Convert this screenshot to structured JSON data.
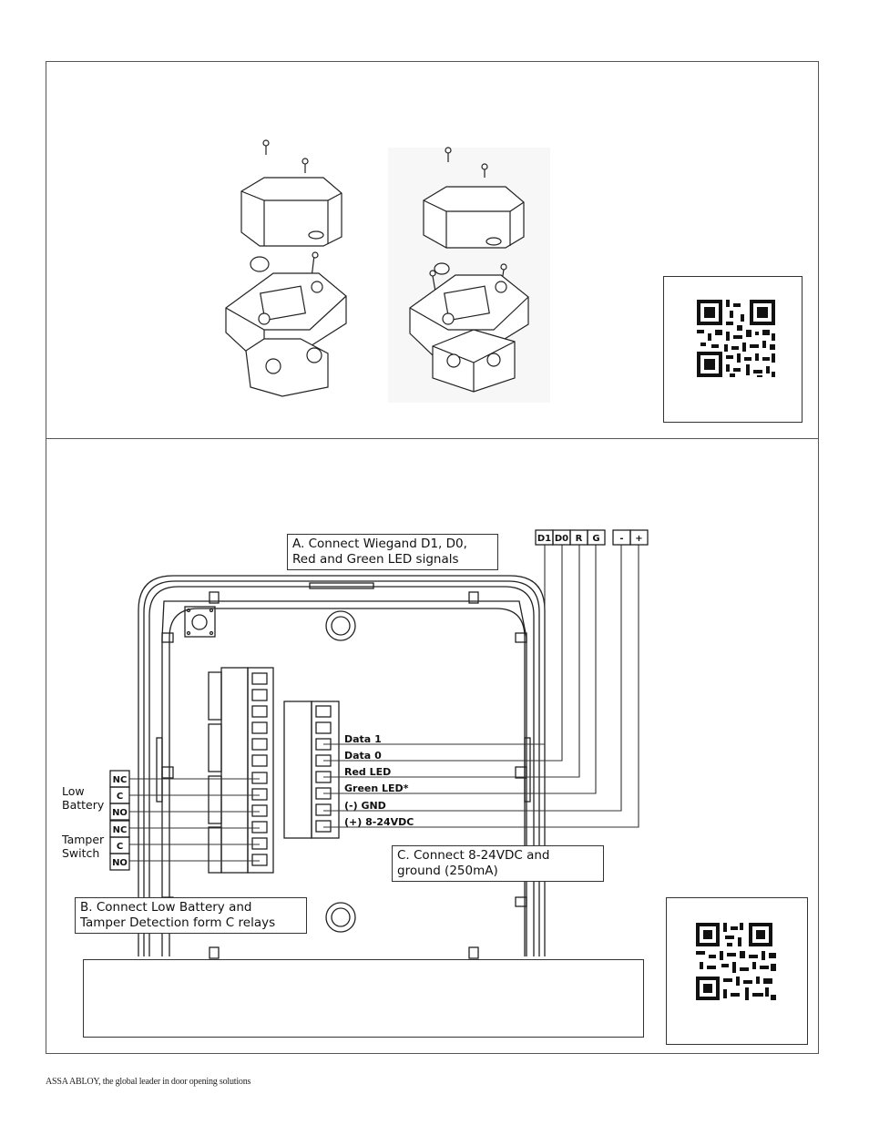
{
  "callouts": {
    "a": "A.  Connect Wiegand D1, D0,\nRed and Green LED signals",
    "b": "B.  Connect Low Battery and\nTamper Detection form C relays",
    "c": "C.  Connect 8-24VDC and\nground (250mA)"
  },
  "side_labels": {
    "low_battery": "Low\nBattery",
    "tamper_switch": "Tamper\nSwitch"
  },
  "relay_terminals": [
    "NC",
    "C",
    "NO",
    "NC",
    "C",
    "NO"
  ],
  "signal_terminals": [
    "D1",
    "D0",
    "R",
    "G"
  ],
  "power_terminals": [
    "-",
    "+"
  ],
  "wire_labels": [
    "Data 1",
    "Data 0",
    "Red LED",
    "Green LED*",
    "(-) GND",
    "(+) 8-24VDC"
  ],
  "footer": "ASSA ABLOY, the global leader in door opening solutions"
}
